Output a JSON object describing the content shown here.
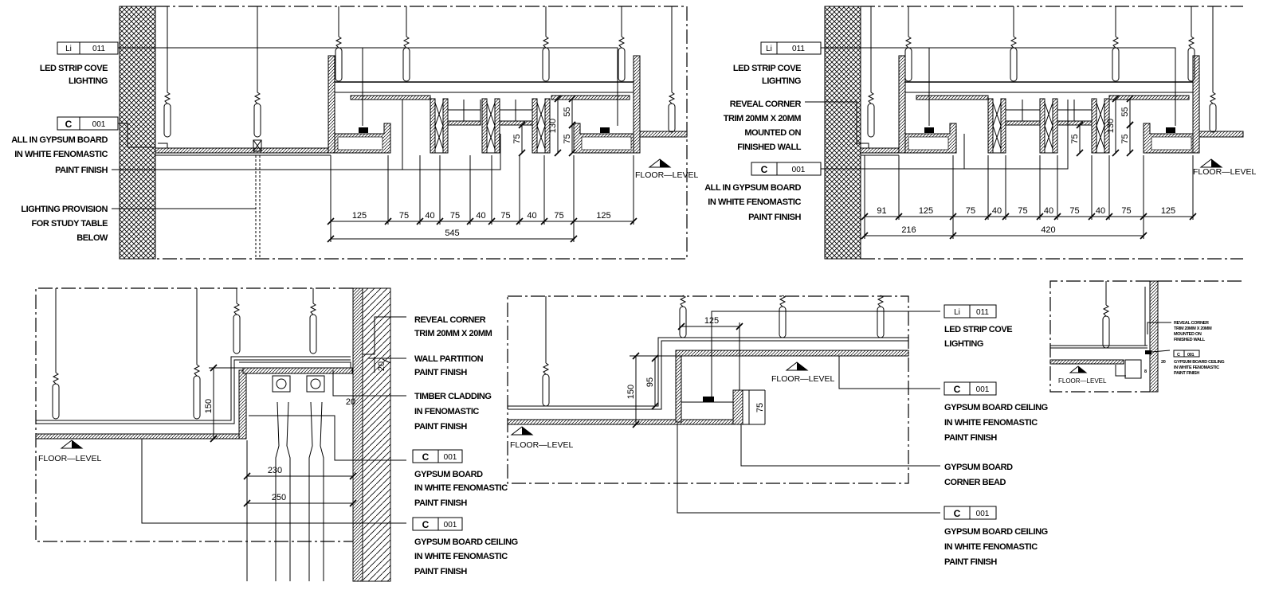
{
  "common": {
    "floor_level": "FLOOR—LEVEL"
  },
  "panel_a": {
    "tag_li": {
      "code": "Li",
      "num": "011"
    },
    "led_label": [
      "LED STRIP COVE",
      "LIGHTING"
    ],
    "tag_c": {
      "code": "C",
      "num": "001"
    },
    "gypsum_label": [
      "ALL IN GYPSUM BOARD",
      "IN WHITE FENOMASTIC",
      "PAINT FINISH"
    ],
    "provision_label": [
      "LIGHTING PROVISION",
      "FOR STUDY TABLE",
      "BELOW"
    ],
    "dims": [
      "125",
      "75",
      "40",
      "75",
      "40",
      "75",
      "40",
      "75",
      "125"
    ],
    "dims_overall": [
      "545"
    ],
    "vdims": [
      "75",
      "130",
      "75",
      "55"
    ]
  },
  "panel_b": {
    "tag_li": {
      "code": "Li",
      "num": "011"
    },
    "led_label": [
      "LED STRIP COVE",
      "LIGHTING"
    ],
    "reveal_label": [
      "REVEAL CORNER",
      "TRIM 20MM X 20MM",
      "MOUNTED ON",
      "FINISHED WALL"
    ],
    "tag_c": {
      "code": "C",
      "num": "001"
    },
    "gypsum_label": [
      "ALL IN GYPSUM BOARD",
      "IN WHITE FENOMASTIC",
      "PAINT FINISH"
    ],
    "dims": [
      "91",
      "125",
      "75",
      "40",
      "75",
      "40",
      "75",
      "40",
      "75",
      "125"
    ],
    "dims_overall": [
      "216",
      "420"
    ],
    "vdims": [
      "75",
      "130",
      "75",
      "55"
    ]
  },
  "panel_c": {
    "reveal_label": [
      "REVEAL CORNER",
      "TRIM 20MM X 20MM"
    ],
    "wall_label": [
      "WALL PARTITION",
      "PAINT FINISH"
    ],
    "timber_label": [
      "TIMBER CLADDING",
      "IN FENOMASTIC",
      "PAINT FINISH"
    ],
    "tag_c1": {
      "code": "C",
      "num": "001"
    },
    "gypsum_label": [
      "GYPSUM BOARD",
      "IN WHITE FENOMASTIC",
      "PAINT FINISH"
    ],
    "tag_c2": {
      "code": "C",
      "num": "001"
    },
    "ceiling_label": [
      "GYPSUM BOARD CEILING",
      "IN WHITE FENOMASTIC",
      "PAINT FINISH"
    ],
    "dims": {
      "h150": "150",
      "d20a": "20",
      "d20b": "20",
      "w230": "230",
      "w250": "250"
    }
  },
  "panel_d": {
    "tag_li": {
      "code": "Li",
      "num": "011"
    },
    "led_label": [
      "LED STRIP COVE",
      "LIGHTING"
    ],
    "tag_c1": {
      "code": "C",
      "num": "001"
    },
    "ceiling_label1": [
      "GYPSUM BOARD CEILING",
      "IN WHITE FENOMASTIC",
      "PAINT FINISH"
    ],
    "bead_label": [
      "GYPSUM BOARD",
      "CORNER BEAD"
    ],
    "tag_c2": {
      "code": "C",
      "num": "001"
    },
    "ceiling_label2": [
      "GYPSUM BOARD CEILING",
      "IN WHITE FENOMASTIC",
      "PAINT FINISH"
    ],
    "dims": {
      "w125": "125",
      "h150": "150",
      "h95": "95",
      "h75": "75"
    }
  },
  "panel_e": {
    "reveal_label": [
      "REVEAL CORNER",
      "TRIM 20MM X 20MM",
      "MOUNTED ON",
      "FINISHED WALL"
    ],
    "tag_c": {
      "code": "C",
      "num": "001"
    },
    "ceiling_label": [
      "GYPSUM BOARD CEILING",
      "IN WHITE FENOMASTIC",
      "PAINT FINISH"
    ],
    "dims": {
      "a": "20",
      "b": "8"
    }
  }
}
